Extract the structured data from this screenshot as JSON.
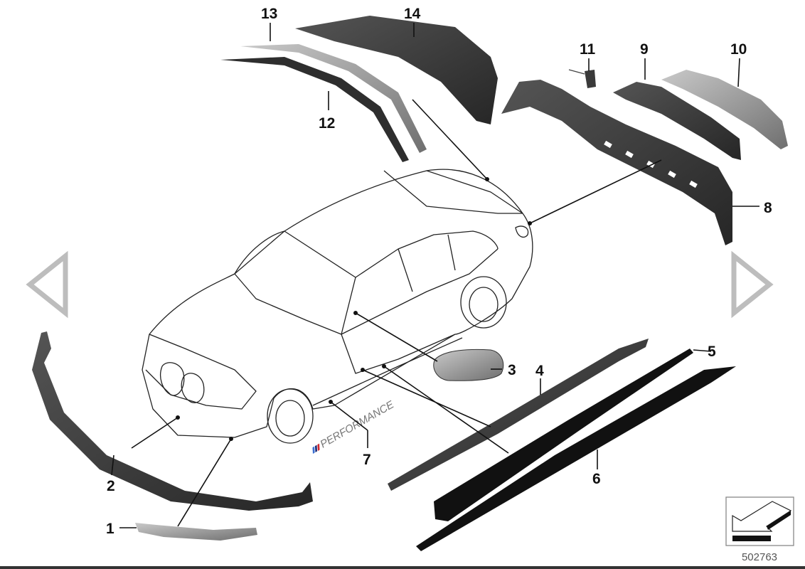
{
  "diagram": {
    "part_labels": [
      "1",
      "2",
      "3",
      "4",
      "5",
      "6",
      "7",
      "8",
      "9",
      "10",
      "11",
      "12",
      "13",
      "14"
    ],
    "badge_text": "PERFORMANCE",
    "badge_prefix": "M",
    "diagram_number": "502763"
  },
  "navigation": {
    "previous_icon": "triangle-left-icon",
    "next_icon": "triangle-right-icon"
  },
  "colors": {
    "part_dark": "#3a3a3a",
    "part_grey": "#8a8a8a",
    "nav_arrow": "#bdbdbd",
    "m_blue": "#3b6fd1",
    "m_red": "#d0262d"
  }
}
